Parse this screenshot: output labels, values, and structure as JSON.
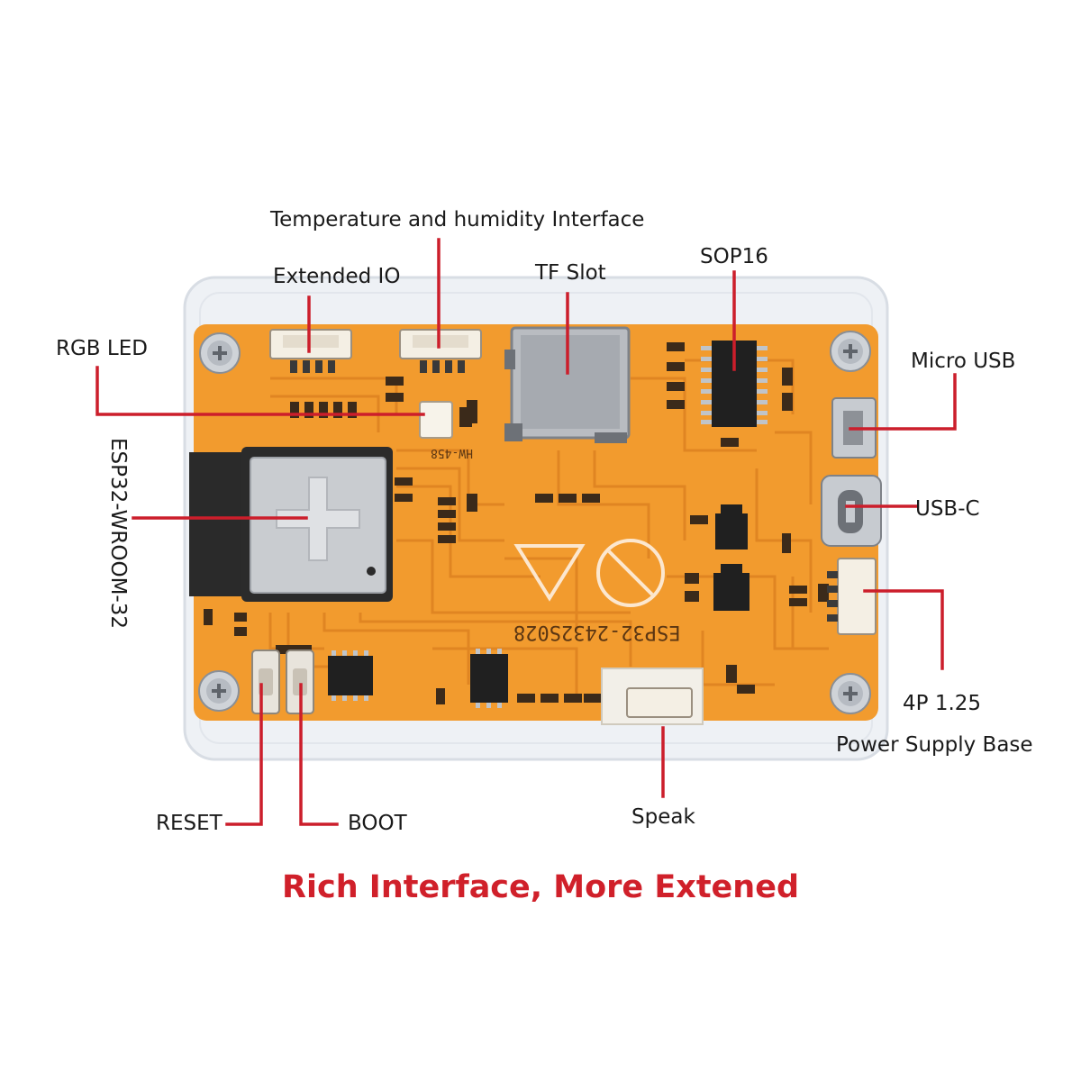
{
  "title": "Rich Interface, More Extened",
  "labels": {
    "temp_humidity": "Temperature and humidity Interface",
    "extended_io": "Extended IO",
    "tf_slot": "TF Slot",
    "sop16": "SOP16",
    "rgb_led": "RGB LED",
    "micro_usb": "Micro USB",
    "usb_c": "USB-C",
    "esp32": "ESP32-WROOM-32",
    "power_line1": "4P 1.25",
    "power_line2": "Power Supply Base",
    "reset": "RESET",
    "boot": "BOOT",
    "speak": "Speak"
  },
  "board_silkscreen": {
    "model": "ESP32-2432S028",
    "part": "HW-458"
  },
  "colors": {
    "pcb": "#f29b2e",
    "leader": "#cc1e2b",
    "title": "#d0202a",
    "case": "#eef1f5",
    "trace": "#e08522"
  }
}
